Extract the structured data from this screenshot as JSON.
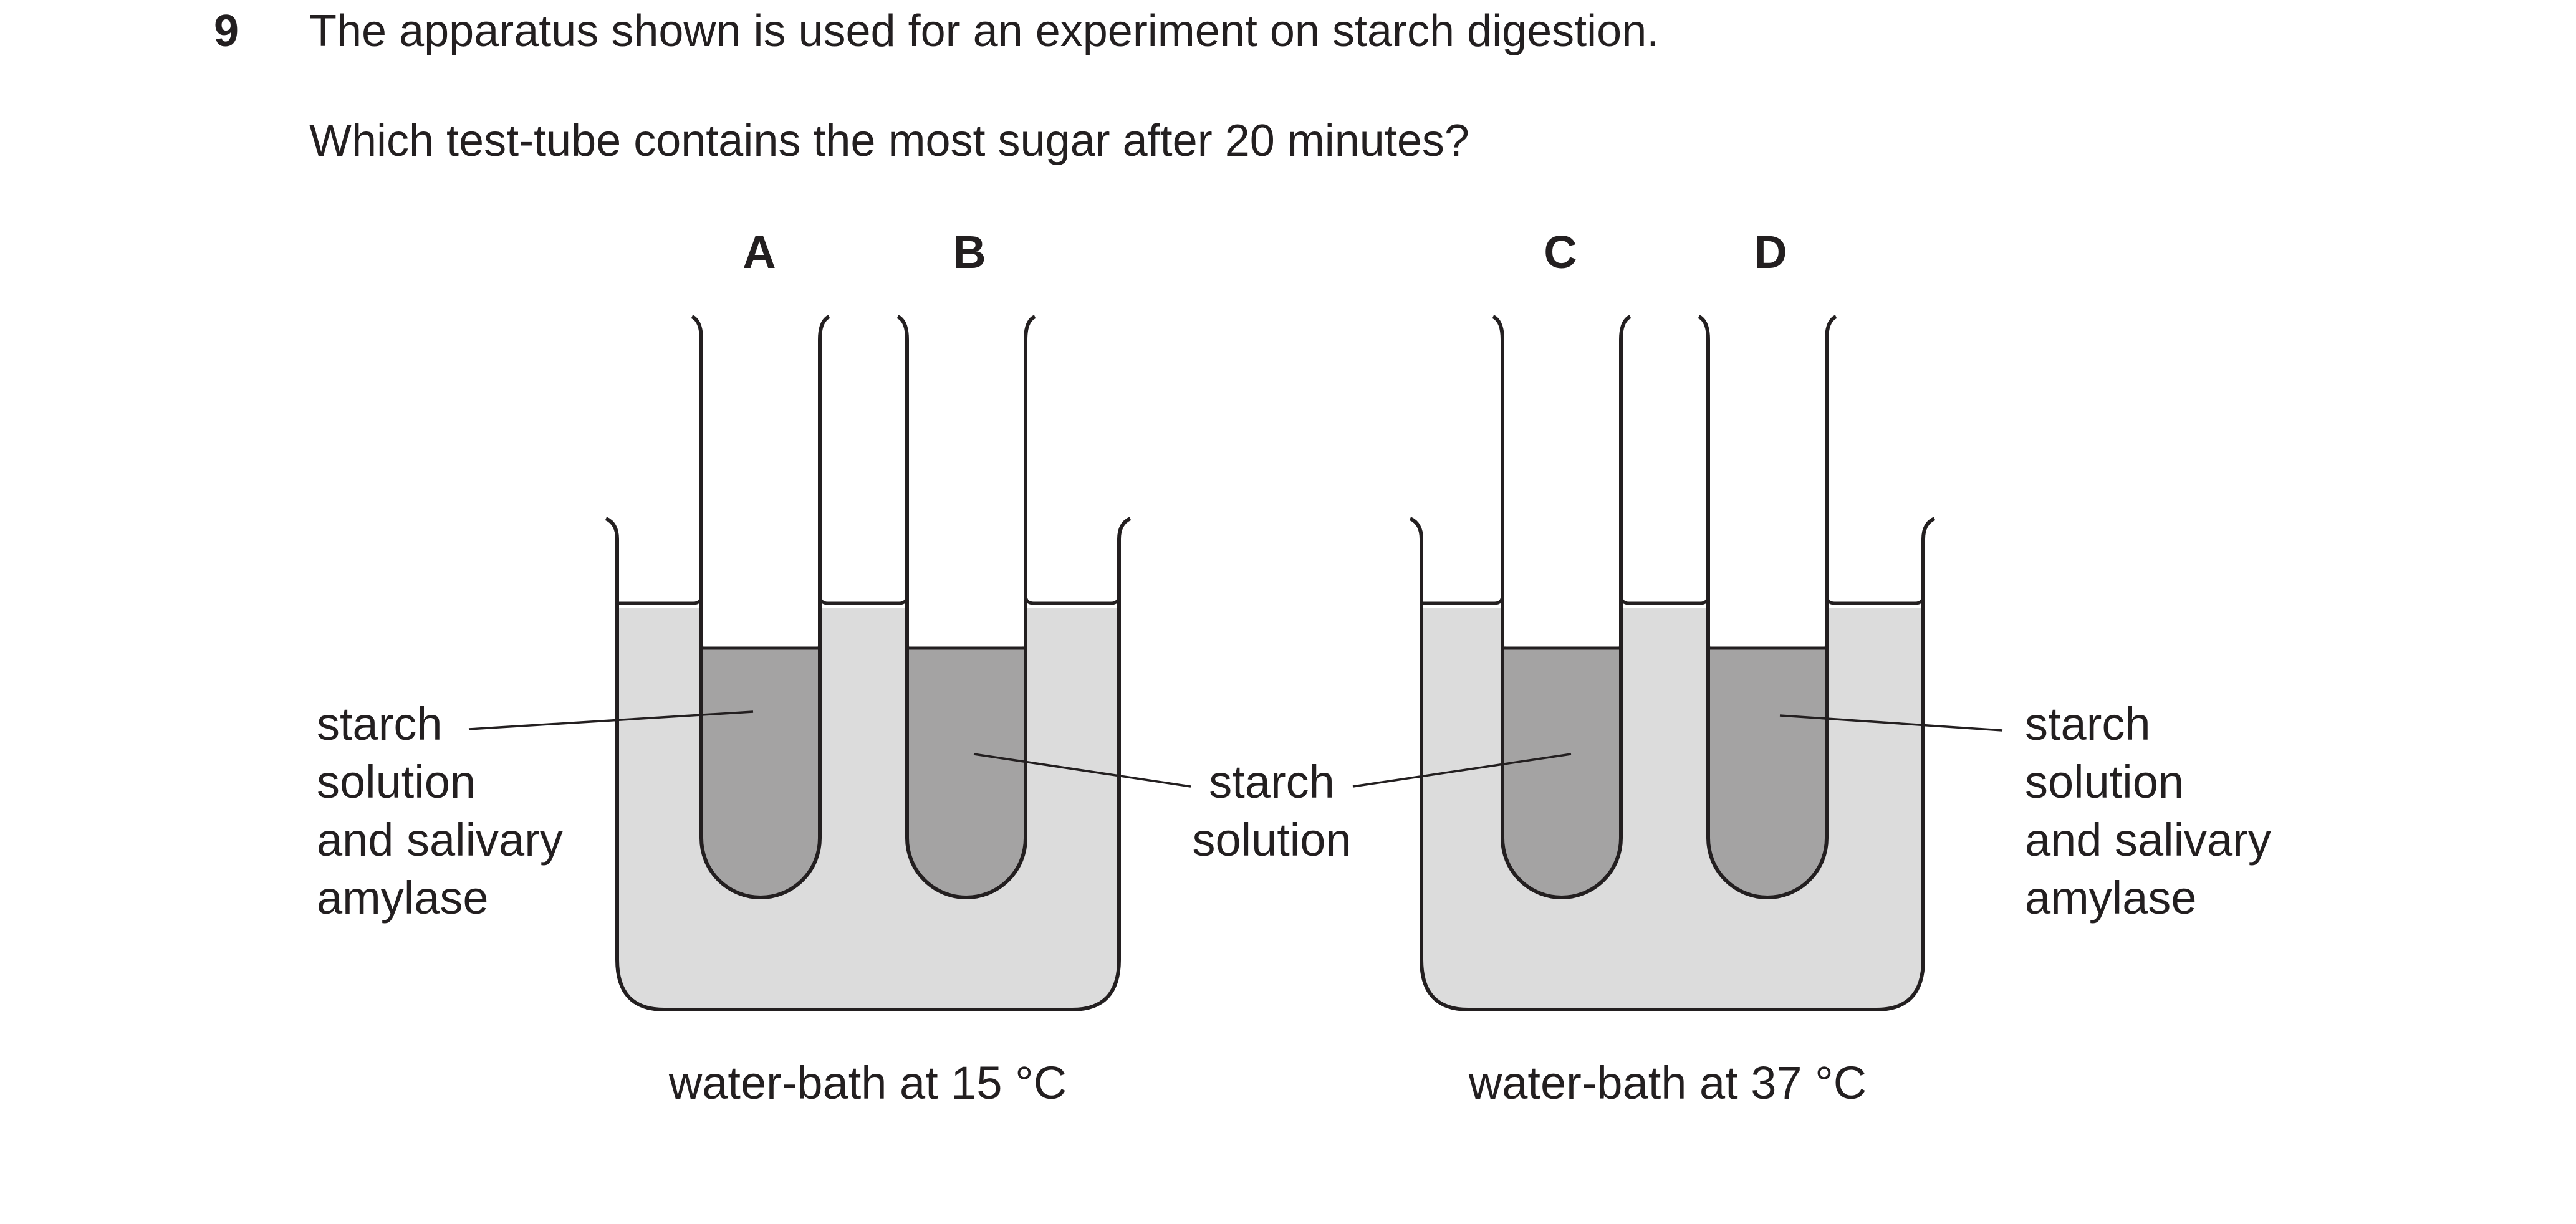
{
  "question": {
    "number": "9",
    "stem": "The apparatus shown is used for an experiment on starch digestion.",
    "prompt": "Which test-tube contains the most sugar after 20 minutes?"
  },
  "figure": {
    "tube_labels": [
      "A",
      "B",
      "C",
      "D"
    ],
    "label_left": [
      "starch",
      "solution",
      "and salivary",
      "amylase"
    ],
    "label_middle": [
      "starch",
      "solution"
    ],
    "label_right": [
      "starch",
      "solution",
      "and salivary",
      "amylase"
    ],
    "bath_left_caption": "water-bath at 15 °C",
    "bath_right_caption": "water-bath at 37 °C"
  },
  "colors": {
    "outline": "#231f20",
    "water": "#dcdcdc",
    "solution": "#a4a3a3",
    "background": "#ffffff"
  }
}
